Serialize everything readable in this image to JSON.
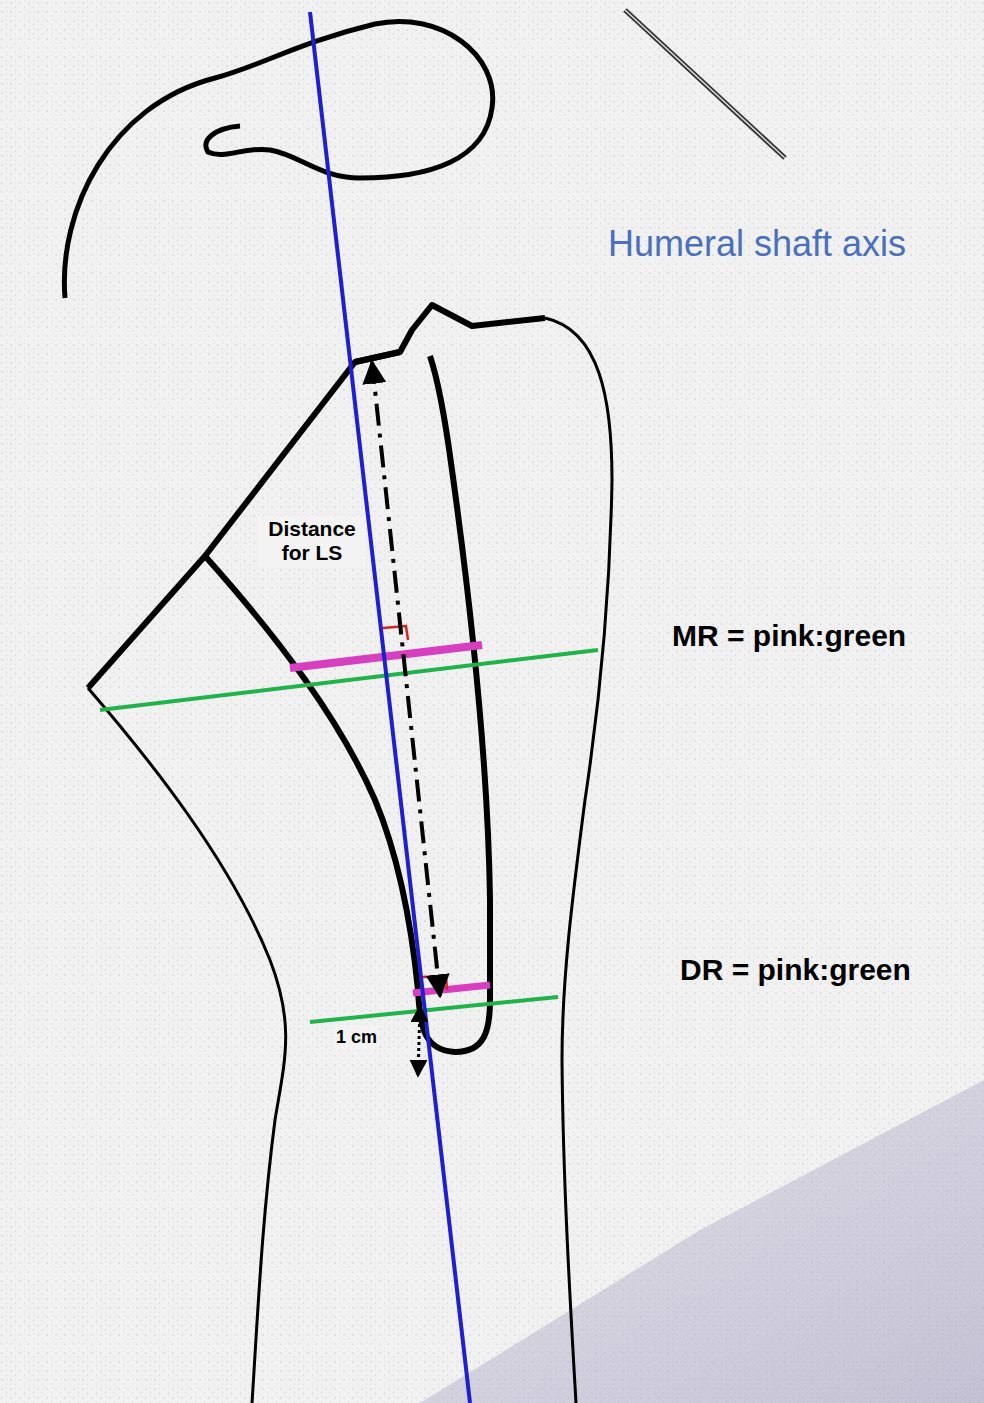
{
  "diagram": {
    "labels": [
      "Humeral shaft axis",
      "Distance for LS",
      "MR = pink:green",
      "DR = pink:green",
      "1 cm"
    ]
  }
}
